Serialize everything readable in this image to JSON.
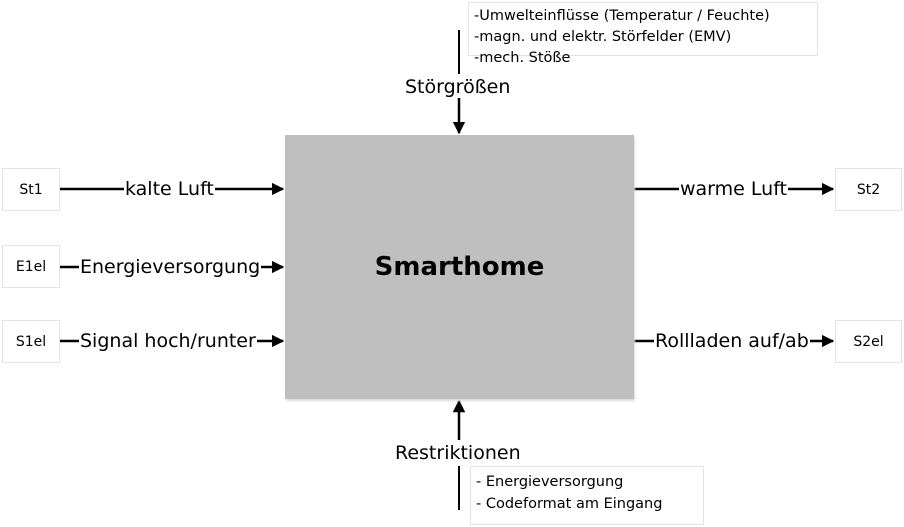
{
  "system": {
    "title": "Smarthome"
  },
  "inputs": [
    {
      "id": "St1",
      "label": "kalte Luft"
    },
    {
      "id": "E1el",
      "label": "Energieversorgung"
    },
    {
      "id": "S1el",
      "label": "Signal hoch/runter"
    }
  ],
  "outputs": [
    {
      "id": "St2",
      "label": "warme Luft"
    },
    {
      "id": "S2el",
      "label": "Rollladen auf/ab"
    }
  ],
  "disturbances": {
    "label": "Störgrößen",
    "items": [
      "-Umwelteinflüsse (Temperatur / Feuchte)",
      "-magn. und elektr. Störfelder (EMV)",
      "-mech. Stöße"
    ]
  },
  "restrictions": {
    "label": "Restriktionen",
    "items": [
      "- Energieversorgung",
      "- Codeformat am Eingang"
    ]
  }
}
